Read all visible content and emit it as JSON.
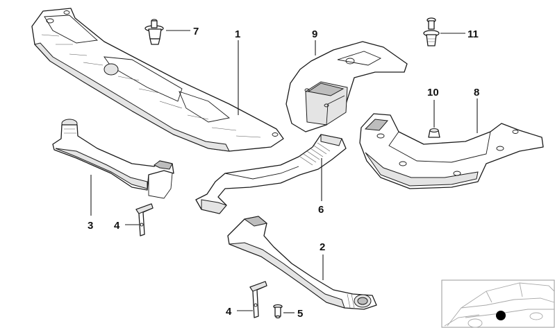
{
  "callouts": [
    {
      "id": "1",
      "text": "1"
    },
    {
      "id": "2",
      "text": "2"
    },
    {
      "id": "3",
      "text": "3"
    },
    {
      "id": "4a",
      "text": "4"
    },
    {
      "id": "4b",
      "text": "4"
    },
    {
      "id": "5",
      "text": "5"
    },
    {
      "id": "6",
      "text": "6"
    },
    {
      "id": "7",
      "text": "7"
    },
    {
      "id": "8",
      "text": "8"
    },
    {
      "id": "9",
      "text": "9"
    },
    {
      "id": "10",
      "text": "10"
    },
    {
      "id": "11",
      "text": "11"
    }
  ],
  "colors": {
    "line": "#1a1a1a",
    "shade": "#e4e4e4",
    "thumbnail_marker": "#000000"
  }
}
